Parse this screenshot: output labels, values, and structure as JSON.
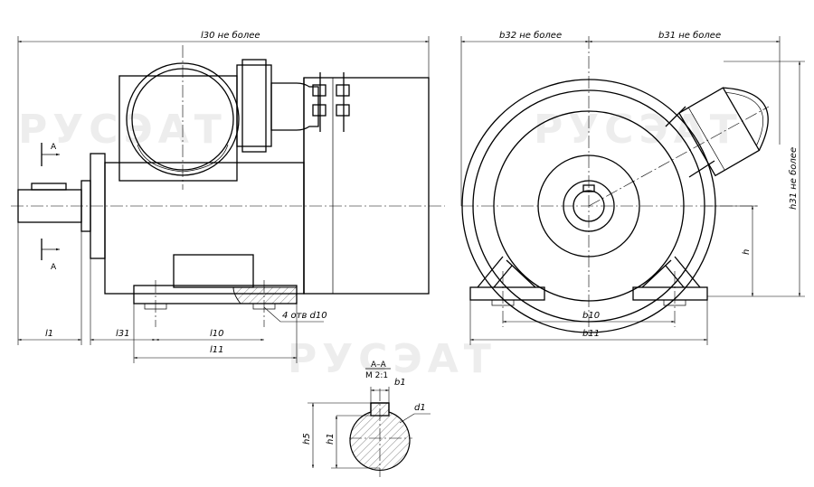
{
  "watermark": "РУСЭАТ",
  "side_view": {
    "l30": "l30 не более",
    "l1": "l1",
    "l31": "l31",
    "l10": "l10",
    "l11": "l11",
    "holes": "4 отв d10",
    "section_mark_top": "A",
    "section_mark_bottom": "A"
  },
  "front_view": {
    "b32": "b32 не более",
    "b31": "b31 не более",
    "h31": "h31 не более",
    "h": "h",
    "b10": "b10",
    "b11": "b11"
  },
  "section": {
    "title": "A–A",
    "scale": "M 2:1",
    "b1": "b1",
    "d1": "d1",
    "h1": "h1",
    "h5": "h5"
  }
}
